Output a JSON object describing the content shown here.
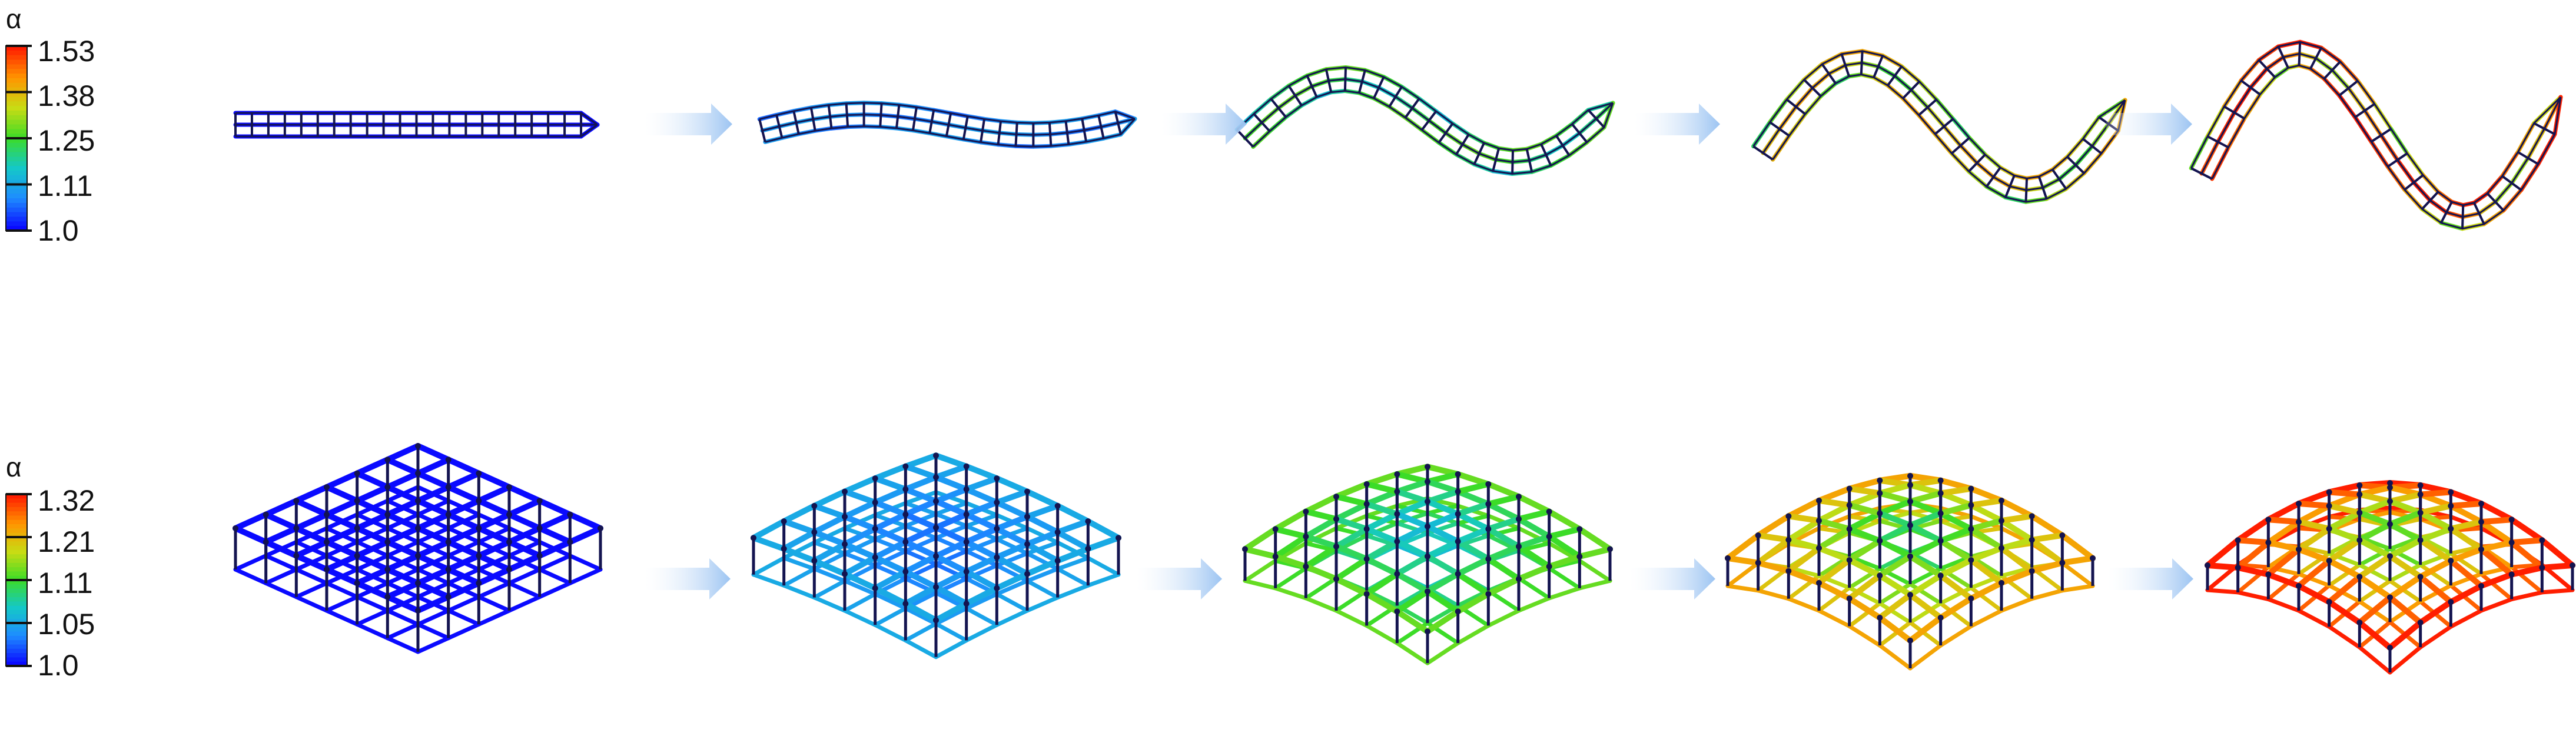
{
  "top_row": {
    "legend": {
      "symbol": "α",
      "ticks": [
        "1.53",
        "1.38",
        "1.25",
        "1.11",
        "1.0"
      ],
      "colors": [
        "#0a0aff",
        "#1e8cff",
        "#14c8c8",
        "#3cdc28",
        "#c8dc14",
        "#ff9600",
        "#ff1e00"
      ]
    },
    "stage_peak_alpha": [
      1.0,
      1.11,
      1.25,
      1.38,
      1.53
    ],
    "stage_wave_level": [
      0.0,
      0.22,
      0.55,
      0.8,
      1.0
    ]
  },
  "bottom_row": {
    "legend": {
      "symbol": "α",
      "ticks": [
        "1.32",
        "1.21",
        "1.11",
        "1.05",
        "1.0"
      ],
      "colors": [
        "#0a0aff",
        "#1e8cff",
        "#14c8c8",
        "#3cdc28",
        "#c8dc14",
        "#ff9600",
        "#ff1e00"
      ]
    },
    "stage_peak_alpha": [
      1.0,
      1.05,
      1.11,
      1.21,
      1.32
    ],
    "stage_dome_level": [
      0.0,
      0.25,
      0.55,
      0.8,
      1.0
    ]
  },
  "colors": {
    "frame": "#141450",
    "arrow": "#9cc4f2"
  },
  "icons": {
    "stage_arrow": "right-arrow-icon"
  }
}
